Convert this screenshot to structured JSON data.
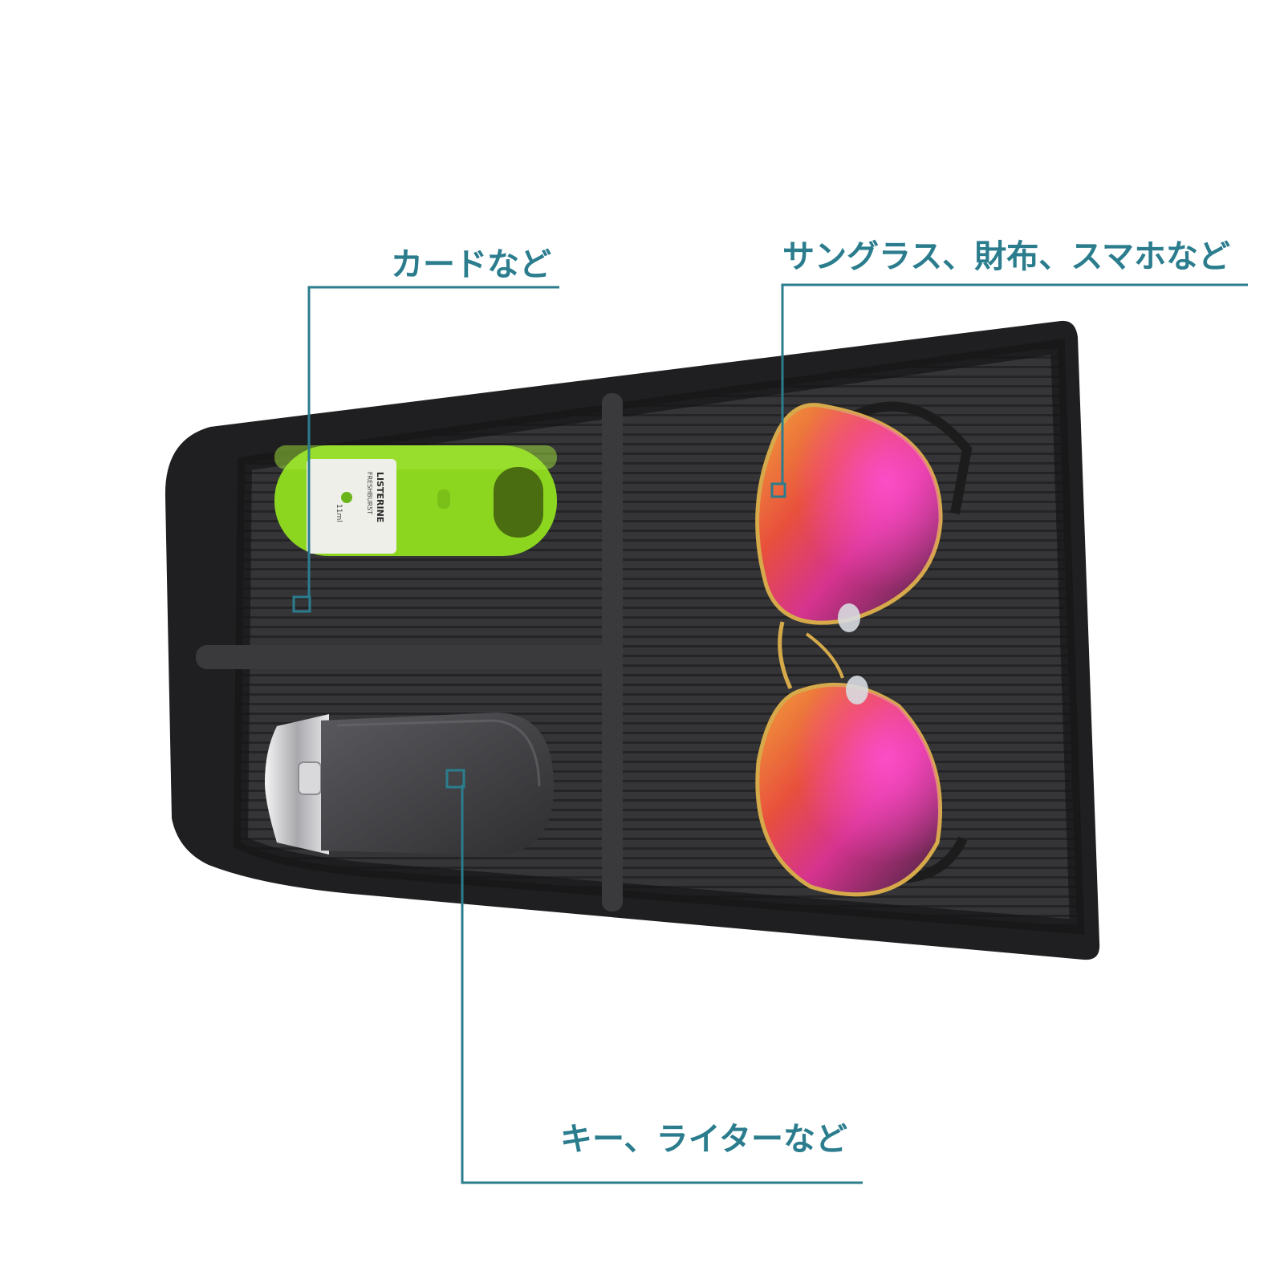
{
  "callouts": {
    "card": "カードなど",
    "sunglasses": "サングラス、財布、スマホなど",
    "key": "キー、ライターなど"
  },
  "products": {
    "listerine_brand": "LISTERINE",
    "listerine_sub": "FRESHBURST",
    "listerine_volume": "11ml"
  },
  "colors": {
    "accent": "#2b7d8e",
    "tray": "#2c2c2e",
    "listerine_case": "#8cd620",
    "lens": "#d63a8a"
  }
}
